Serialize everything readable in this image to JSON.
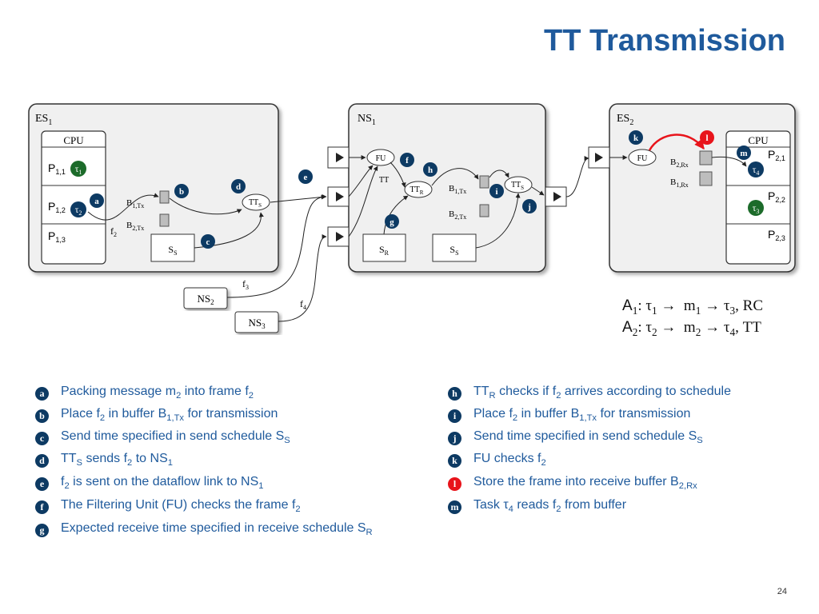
{
  "title": "TT Transmission",
  "page_number": "24",
  "diagram": {
    "es1": {
      "label": "ES",
      "sub": "1",
      "cpu": "CPU",
      "p11": "P",
      "p11_sub": "1,1",
      "p12": "P",
      "p12_sub": "1,2",
      "p13": "P",
      "p13_sub": "1,3",
      "tau1": "τ",
      "tau1_sub": "1",
      "tau2": "τ",
      "tau2_sub": "2",
      "b1": "B",
      "b1_sub": "1,Tx",
      "b2": "B",
      "b2_sub": "2,Tx",
      "ss": "S",
      "ss_sub": "S",
      "tt": "TT",
      "tt_sub": "S",
      "f2": "f",
      "f2_sub": "2"
    },
    "ns1": {
      "label": "NS",
      "sub": "1",
      "fu": "FU",
      "tt": "TT",
      "ttr": "TT",
      "ttr_sub": "R",
      "tts": "TT",
      "tts_sub": "S",
      "b1": "B",
      "b1_sub": "1,Tx",
      "b2": "B",
      "b2_sub": "2,Tx",
      "sr": "S",
      "sr_sub": "R",
      "ss": "S",
      "ss_sub": "S"
    },
    "es2": {
      "label": "ES",
      "sub": "2",
      "cpu": "CPU",
      "fu": "FU",
      "b2rx": "B",
      "b2rx_sub": "2,Rx",
      "b1rx": "B",
      "b1rx_sub": "1,Rx",
      "p21": "P",
      "p21_sub": "2,1",
      "p22": "P",
      "p22_sub": "2,2",
      "p23": "P",
      "p23_sub": "2,3",
      "tau4": "τ",
      "tau4_sub": "4",
      "tau3": "τ",
      "tau3_sub": "3"
    },
    "ns2": {
      "label": "NS",
      "sub": "2"
    },
    "ns3": {
      "label": "NS",
      "sub": "3"
    },
    "f3": {
      "label": "f",
      "sub": "3"
    },
    "f4": {
      "label": "f",
      "sub": "4"
    },
    "markers": {
      "a": "a",
      "b": "b",
      "c": "c",
      "d": "d",
      "e": "e",
      "f": "f",
      "g": "g",
      "h": "h",
      "i": "i",
      "j": "j",
      "k": "k",
      "l": "l",
      "m": "m"
    }
  },
  "equations": [
    {
      "a": "A",
      "a_sub": "1",
      "tau_a": "τ",
      "tau_a_sub": "1",
      "m": "m",
      "m_sub": "1",
      "tau_b": "τ",
      "tau_b_sub": "3",
      "mode": "RC"
    },
    {
      "a": "A",
      "a_sub": "2",
      "tau_a": "τ",
      "tau_a_sub": "2",
      "m": "m",
      "m_sub": "2",
      "tau_b": "τ",
      "tau_b_sub": "4",
      "mode": "TT"
    }
  ],
  "steps_left": [
    {
      "badge": "a",
      "parts": [
        "Packing message m",
        "2",
        " into frame f",
        "2",
        ""
      ]
    },
    {
      "badge": "b",
      "parts": [
        "Place f",
        "2",
        " in buffer B",
        "1,Tx",
        " for transmission"
      ]
    },
    {
      "badge": "c",
      "parts": [
        "Send time specified in send schedule S",
        "S",
        ""
      ]
    },
    {
      "badge": "d",
      "parts": [
        "TT",
        "S",
        " sends f",
        "2",
        " to NS",
        "1",
        ""
      ]
    },
    {
      "badge": "e",
      "parts": [
        "f",
        "2",
        " is sent on the dataflow link to NS",
        "1",
        ""
      ]
    },
    {
      "badge": "f",
      "parts": [
        "The Filtering Unit (FU) checks the frame f",
        "2",
        ""
      ]
    },
    {
      "badge": "g",
      "parts": [
        "Expected receive time specified in receive schedule S",
        "R",
        ""
      ]
    }
  ],
  "steps_right": [
    {
      "badge": "h",
      "parts": [
        "TT",
        "R",
        " checks if f",
        "2",
        " arrives according to schedule"
      ]
    },
    {
      "badge": "i",
      "parts": [
        "Place f",
        "2",
        " in buffer B",
        "1,Tx",
        " for transmission"
      ]
    },
    {
      "badge": "j",
      "parts": [
        "Send time specified in send schedule S",
        "S",
        ""
      ]
    },
    {
      "badge": "k",
      "parts": [
        "FU checks f",
        "2",
        ""
      ]
    },
    {
      "badge": "l",
      "parts": [
        "Store the frame into receive buffer B",
        "2,Rx",
        ""
      ]
    },
    {
      "badge": "m",
      "parts": [
        "Task τ",
        "4",
        " reads f",
        "2",
        " from buffer"
      ]
    }
  ],
  "colors": {
    "title": "#1f5a9c",
    "badge": "#0d3a63",
    "badge_red": "#e8141b",
    "task_green": "#1c6b2a"
  }
}
